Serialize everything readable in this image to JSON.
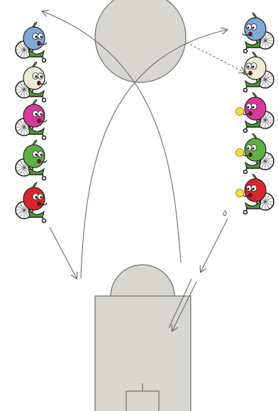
{
  "colors": {
    "court_fill": "#d8d6d1",
    "court_stroke": "#6f6e6a",
    "arrow": "#6d6d6d",
    "ball": "#f4e03a"
  },
  "left_column": {
    "players": [
      {
        "color": "#7fa9d6",
        "label": "blue-player"
      },
      {
        "color": "#ecebd6",
        "label": "white-player"
      },
      {
        "color": "#d63a9e",
        "label": "magenta-player"
      },
      {
        "color": "#5fb042",
        "label": "green-player"
      },
      {
        "color": "#d8262c",
        "label": "red-player"
      }
    ]
  },
  "right_column": {
    "players": [
      {
        "color": "#7fa9d6",
        "label": "blue-player",
        "has_ball": false
      },
      {
        "color": "#ecebd6",
        "label": "white-player",
        "has_ball": false
      },
      {
        "color": "#d63a9e",
        "label": "magenta-player",
        "has_ball": true
      },
      {
        "color": "#5fb042",
        "label": "green-player",
        "has_ball": true
      },
      {
        "color": "#d8262c",
        "label": "red-player",
        "has_ball": true
      }
    ]
  }
}
